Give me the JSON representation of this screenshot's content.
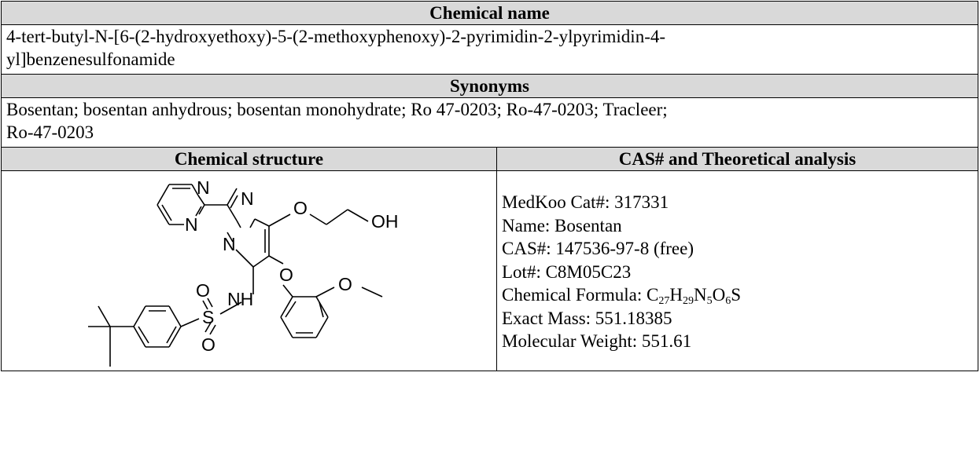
{
  "sections": {
    "chemical_name_header": "Chemical name",
    "chemical_name_lines": [
      "4-tert-butyl-N-[6-(2-hydroxyethoxy)-5-(2-methoxyphenoxy)-2-pyrimidin-2-ylpyrimidin-4-",
      "yl]benzenesulfonamide"
    ],
    "synonyms_header": "Synonyms",
    "synonyms_lines": [
      "Bosentan; bosentan anhydrous; bosentan monohydrate; Ro 47-0203; Ro-47-0203; Tracleer;",
      "Ro-47-0203"
    ],
    "structure_header": "Chemical structure",
    "analysis_header": "CAS# and Theoretical analysis"
  },
  "structure_labels": {
    "n1": "N",
    "n2": "N",
    "n3": "N",
    "n4": "N",
    "o_ether": "O",
    "oh": "OH",
    "o_phenoxy": "O",
    "o_methoxy": "O",
    "o_sulfonyl_top": "O",
    "s": "S",
    "nh": "NH",
    "o_sulfonyl_bottom": "O"
  },
  "analysis": {
    "cat": "MedKoo Cat#: 317331",
    "name": "Name: Bosentan",
    "cas": "CAS#: 147536-97-8 (free)",
    "lot": "Lot#: C8M05C23",
    "formula_label": "Chemical Formula: ",
    "formula_parts": [
      "C",
      "27",
      "H",
      "29",
      "N",
      "5",
      "O",
      "6",
      "S"
    ],
    "exact_mass": "Exact Mass: 551.18385",
    "mol_weight": "Molecular Weight: 551.61"
  }
}
